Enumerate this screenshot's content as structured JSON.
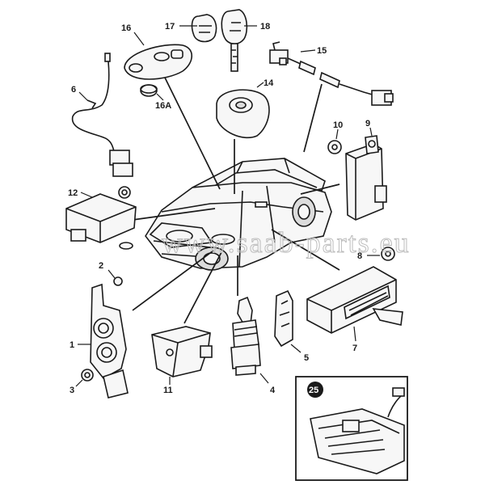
{
  "watermark": "www.saab-parts.eu",
  "callouts": {
    "p1": "1",
    "p2": "2",
    "p3": "3",
    "p4": "4",
    "p5": "5",
    "p6": "6",
    "p7": "7",
    "p8": "8",
    "p9": "9",
    "p10": "10",
    "p11": "11",
    "p12": "12",
    "p14": "14",
    "p15": "15",
    "p16": "16",
    "p16a": "16A",
    "p17": "17",
    "p18": "18",
    "p25": "25"
  },
  "colors": {
    "line": "#1a1a1a",
    "fill": "#f7f7f7",
    "inset_badge": "#1a1a1a",
    "watermark": "#bdbdbd"
  }
}
